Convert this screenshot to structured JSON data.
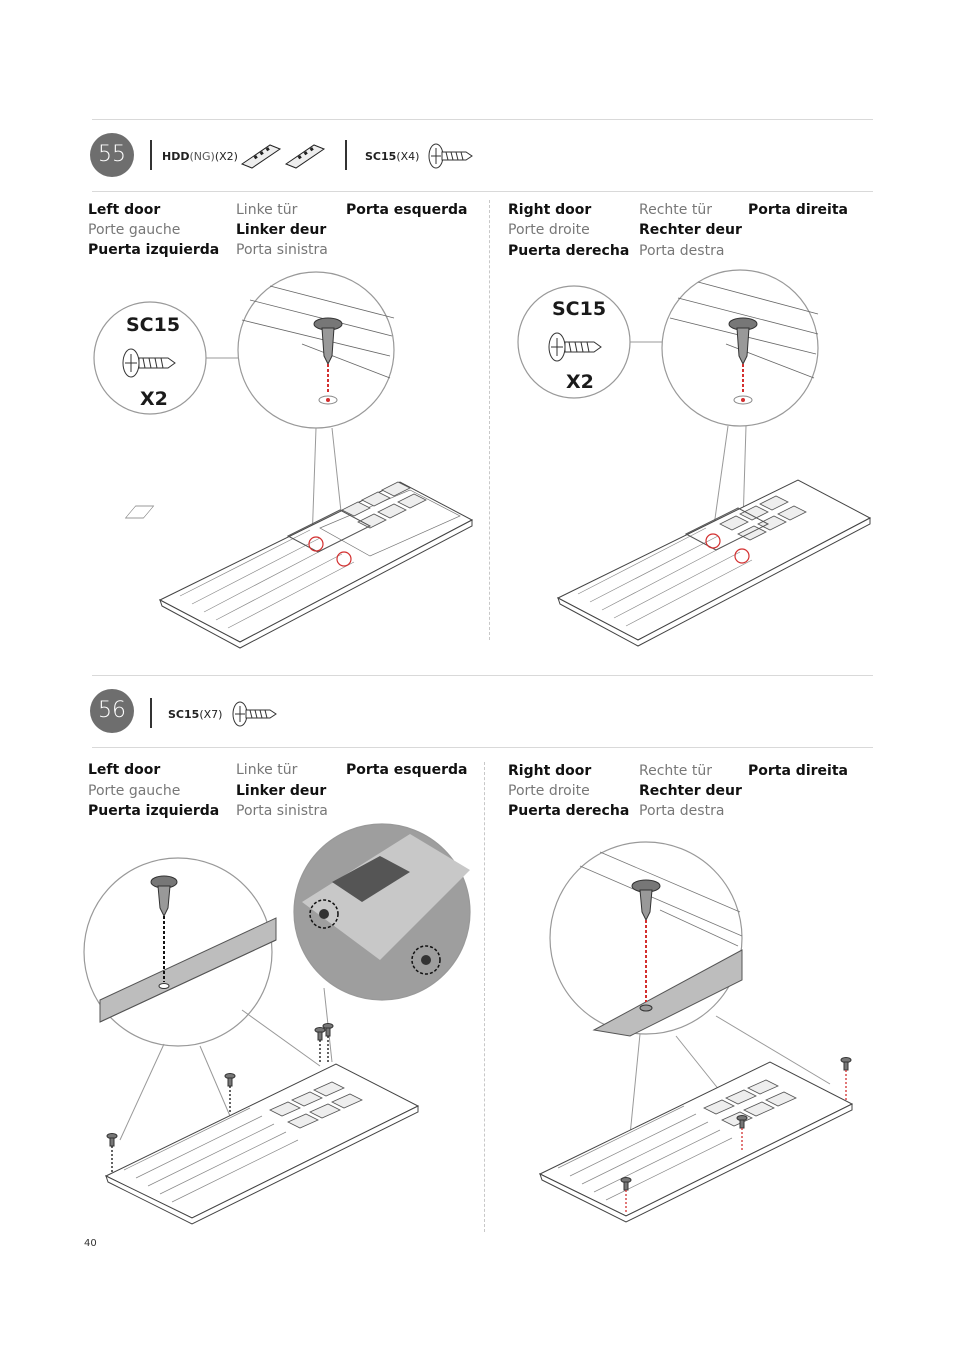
{
  "page_number": "40",
  "colors": {
    "accent_red": "#d32f2f",
    "badge_gray": "#6e6e6e",
    "line_gray": "#999999"
  },
  "step55": {
    "number": "55",
    "part1_code": "HDD",
    "part1_sub": "(NG)",
    "part1_qty": "(X2)",
    "part2_code": "SC15",
    "part2_qty": "(X4)",
    "left": {
      "col1": [
        "Left door",
        "Porte gauche",
        "Puerta izquierda"
      ],
      "col2": [
        "Linke tür",
        "Linker deur",
        "Porta sinistra"
      ],
      "col3": [
        "Porta esquerda"
      ]
    },
    "right": {
      "col1": [
        "Right door",
        "Porte droite",
        "Puerta derecha"
      ],
      "col2": [
        "Rechte tür",
        "Rechter deur",
        "Porta destra"
      ],
      "col3": [
        "Porta direita"
      ]
    },
    "callout_code": "SC15",
    "callout_qty": "X2"
  },
  "step56": {
    "number": "56",
    "part_code": "SC15",
    "part_qty": "(X7)",
    "left": {
      "col1": [
        "Left door",
        "Porte gauche",
        "Puerta izquierda"
      ],
      "col2": [
        "Linke tür",
        "Linker deur",
        "Porta sinistra"
      ],
      "col3": [
        "Porta esquerda"
      ]
    },
    "right": {
      "col1": [
        "Right door",
        "Porte droite",
        "Puerta derecha"
      ],
      "col2": [
        "Rechte tür",
        "Rechter deur",
        "Porta destra"
      ],
      "col3": [
        "Porta direita"
      ]
    }
  }
}
